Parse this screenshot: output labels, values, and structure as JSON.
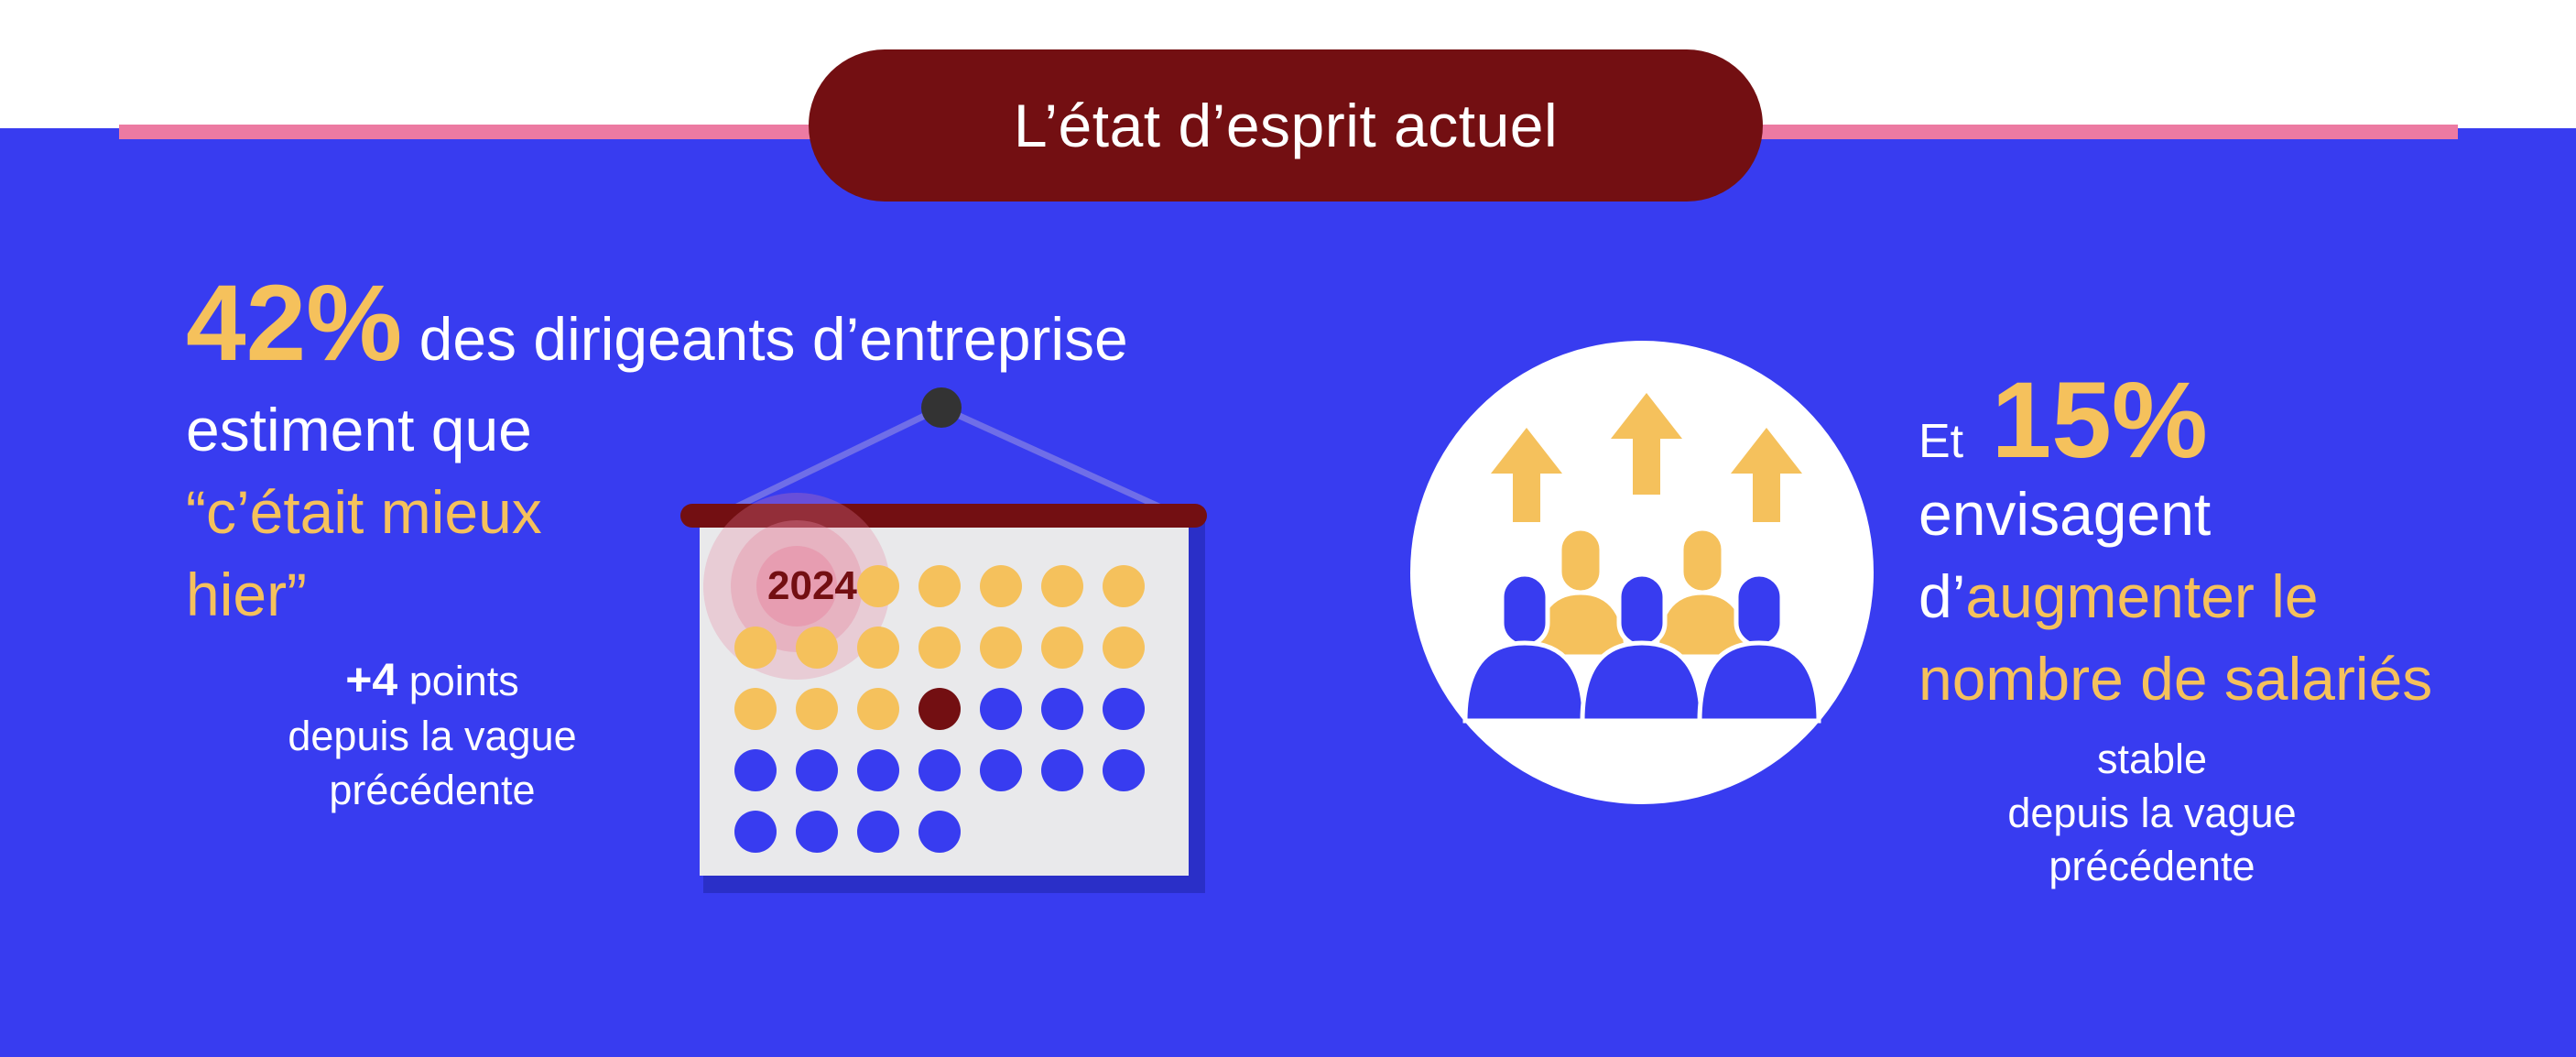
{
  "header": {
    "title": "L’état d’esprit actuel"
  },
  "left_stat": {
    "percent": "42%",
    "line1_rest": "des dirigeants d’entreprise",
    "line2": "estiment que",
    "quote_line1": "“c’était mieux",
    "quote_line2": "hier”",
    "change_value": "+4",
    "change_line1_rest": "points",
    "change_line2": "depuis la vague",
    "change_line3": "précédente"
  },
  "calendar": {
    "year": "2024",
    "dot_rows": [
      [
        "gold",
        "gold",
        "gold",
        "gold",
        "gold",
        "gold",
        "gold"
      ],
      [
        "gold",
        "gold",
        "gold",
        "gold",
        "gold",
        "gold",
        "gold"
      ],
      [
        "gold",
        "gold",
        "gold",
        "dark-red",
        "blue",
        "blue",
        "blue"
      ],
      [
        "blue",
        "blue",
        "blue",
        "blue",
        "blue",
        "blue",
        "blue"
      ],
      [
        "blue",
        "blue",
        "blue",
        "blue"
      ]
    ]
  },
  "right_stat": {
    "prefix": "Et",
    "percent": "15%",
    "line2": "envisagent",
    "line3_plain": "d’",
    "line3_gold": "augmenter le",
    "line4_gold": "nombre de salariés",
    "note_line1": "stable",
    "note_line2": "depuis la vague",
    "note_line3": "précédente"
  },
  "colors": {
    "background_blue": "#383cf0",
    "title_pill": "#730f12",
    "accent_gold": "#f5c15c",
    "rule_pink": "#ec7aa2",
    "calendar_page": "#e9e9eb",
    "calendar_bar": "#730f12"
  }
}
